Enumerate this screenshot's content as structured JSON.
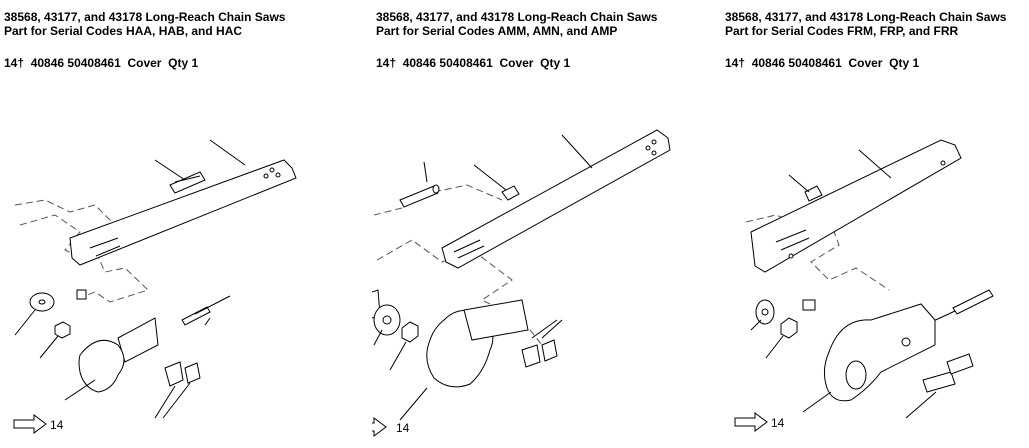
{
  "panels": [
    {
      "title_line1": "38568, 43177, and 43178 Long-Reach Chain Saws",
      "title_line2": "Part for Serial Codes HAA, HAB, and HAC",
      "part_line": "14†  40846 50408461  Cover  Qty 1",
      "callout": "14"
    },
    {
      "title_line1": "38568, 43177, and 43178 Long-Reach Chain Saws",
      "title_line2": "Part for Serial Codes AMM, AMN, and AMP",
      "part_line": "14†  40846 50408461  Cover  Qty 1",
      "callout": "14"
    },
    {
      "title_line1": "38568, 43177, and 43178 Long-Reach Chain Saws",
      "title_line2": "Part for Serial Codes FRM, FRP, and FRR",
      "part_line": "14†  40846 50408461  Cover  Qty 1",
      "callout": "14"
    }
  ],
  "icons": {
    "callout_arrow": "right-outline-arrow-icon"
  }
}
